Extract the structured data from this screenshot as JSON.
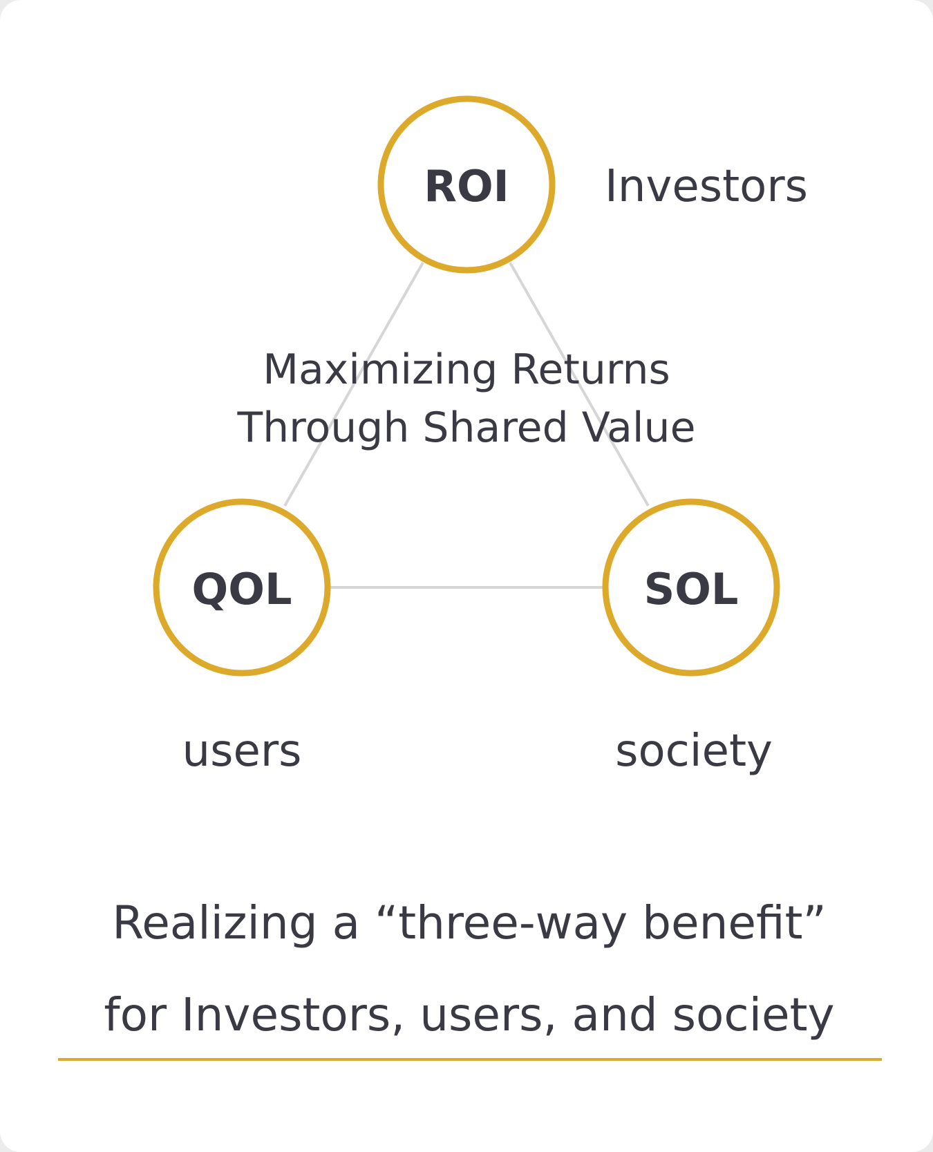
{
  "colors": {
    "accent": "#dca92a",
    "text": "#3a3a44",
    "connector": "#d6d6d6",
    "background": "#ffffff"
  },
  "nodes": {
    "top": {
      "label": "ROI",
      "stakeholder": "Investors"
    },
    "left": {
      "label": "QOL",
      "stakeholder": "users"
    },
    "right": {
      "label": "SOL",
      "stakeholder": "society"
    }
  },
  "center": {
    "line1": "Maximizing Returns",
    "line2": "Through Shared Value"
  },
  "caption": {
    "line1": "Realizing a “three-way benefit”",
    "line2": "for Investors, users, and society"
  }
}
